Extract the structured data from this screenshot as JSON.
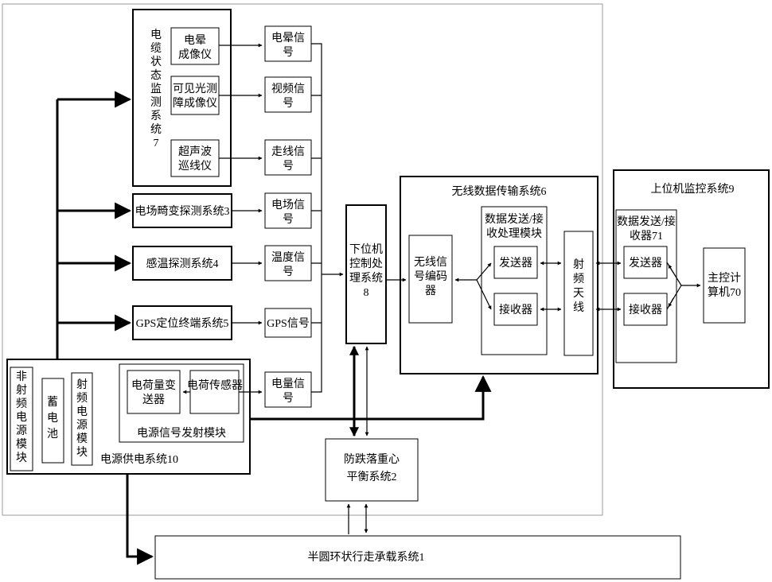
{
  "cable_monitor": {
    "title_chars": [
      "电",
      "缆",
      "状",
      "态",
      "监",
      "测",
      "系",
      "统",
      "7"
    ],
    "corona_imager": [
      "电晕",
      "成像仪"
    ],
    "visible_light_imager": [
      "可见光测",
      "障成像仪"
    ],
    "ultrasonic_inspector": [
      "超声波",
      "巡线仪"
    ]
  },
  "signals": {
    "corona": [
      "电晕信",
      "号"
    ],
    "video": [
      "视频信",
      "号"
    ],
    "walking": [
      "走线信",
      "号"
    ],
    "electric_field": [
      "电场信",
      "号"
    ],
    "temperature": [
      "温度信",
      "号"
    ],
    "gps": [
      "GPS信号"
    ],
    "power_level": [
      "电量信",
      "号"
    ]
  },
  "field_detect": "电场畸变探测系统3",
  "temp_detect": "感温探测系统4",
  "gps_terminal": "GPS定位终端系统5",
  "lower_controller": [
    "下位机",
    "控制处",
    "理系统",
    "8"
  ],
  "wireless": {
    "title": "无线数据传输系统6",
    "encoder": [
      "无线信",
      "号编码",
      "器"
    ],
    "module_title": [
      "数据发送/接",
      "收处理模块"
    ],
    "sender": "发送器",
    "receiver": "接收器",
    "antenna_chars": [
      "射",
      "频",
      "天",
      "线"
    ]
  },
  "upper": {
    "title": "上位机监控系统9",
    "transceiver_title": [
      "数据发送/接",
      "收器71"
    ],
    "sender": "发送器",
    "receiver": "接收器",
    "main_computer": [
      "主控计",
      "算机70"
    ]
  },
  "power": {
    "title": "电源供电系统10",
    "non_rf_chars": [
      "非",
      "射",
      "频",
      "电",
      "源",
      "模",
      "块"
    ],
    "battery_chars": [
      "蓄",
      "电",
      "池"
    ],
    "rf_module_chars": [
      "射",
      "频",
      "电",
      "源",
      "模",
      "块"
    ],
    "charge_transmitter": [
      "电荷量变",
      "送器"
    ],
    "charge_sensor": "电荷传感器",
    "module_label": "电源信号发射模块"
  },
  "balance": [
    "防跌落重心",
    "平衡系统2"
  ],
  "walking_system": "半圆环状行走承载系统1"
}
